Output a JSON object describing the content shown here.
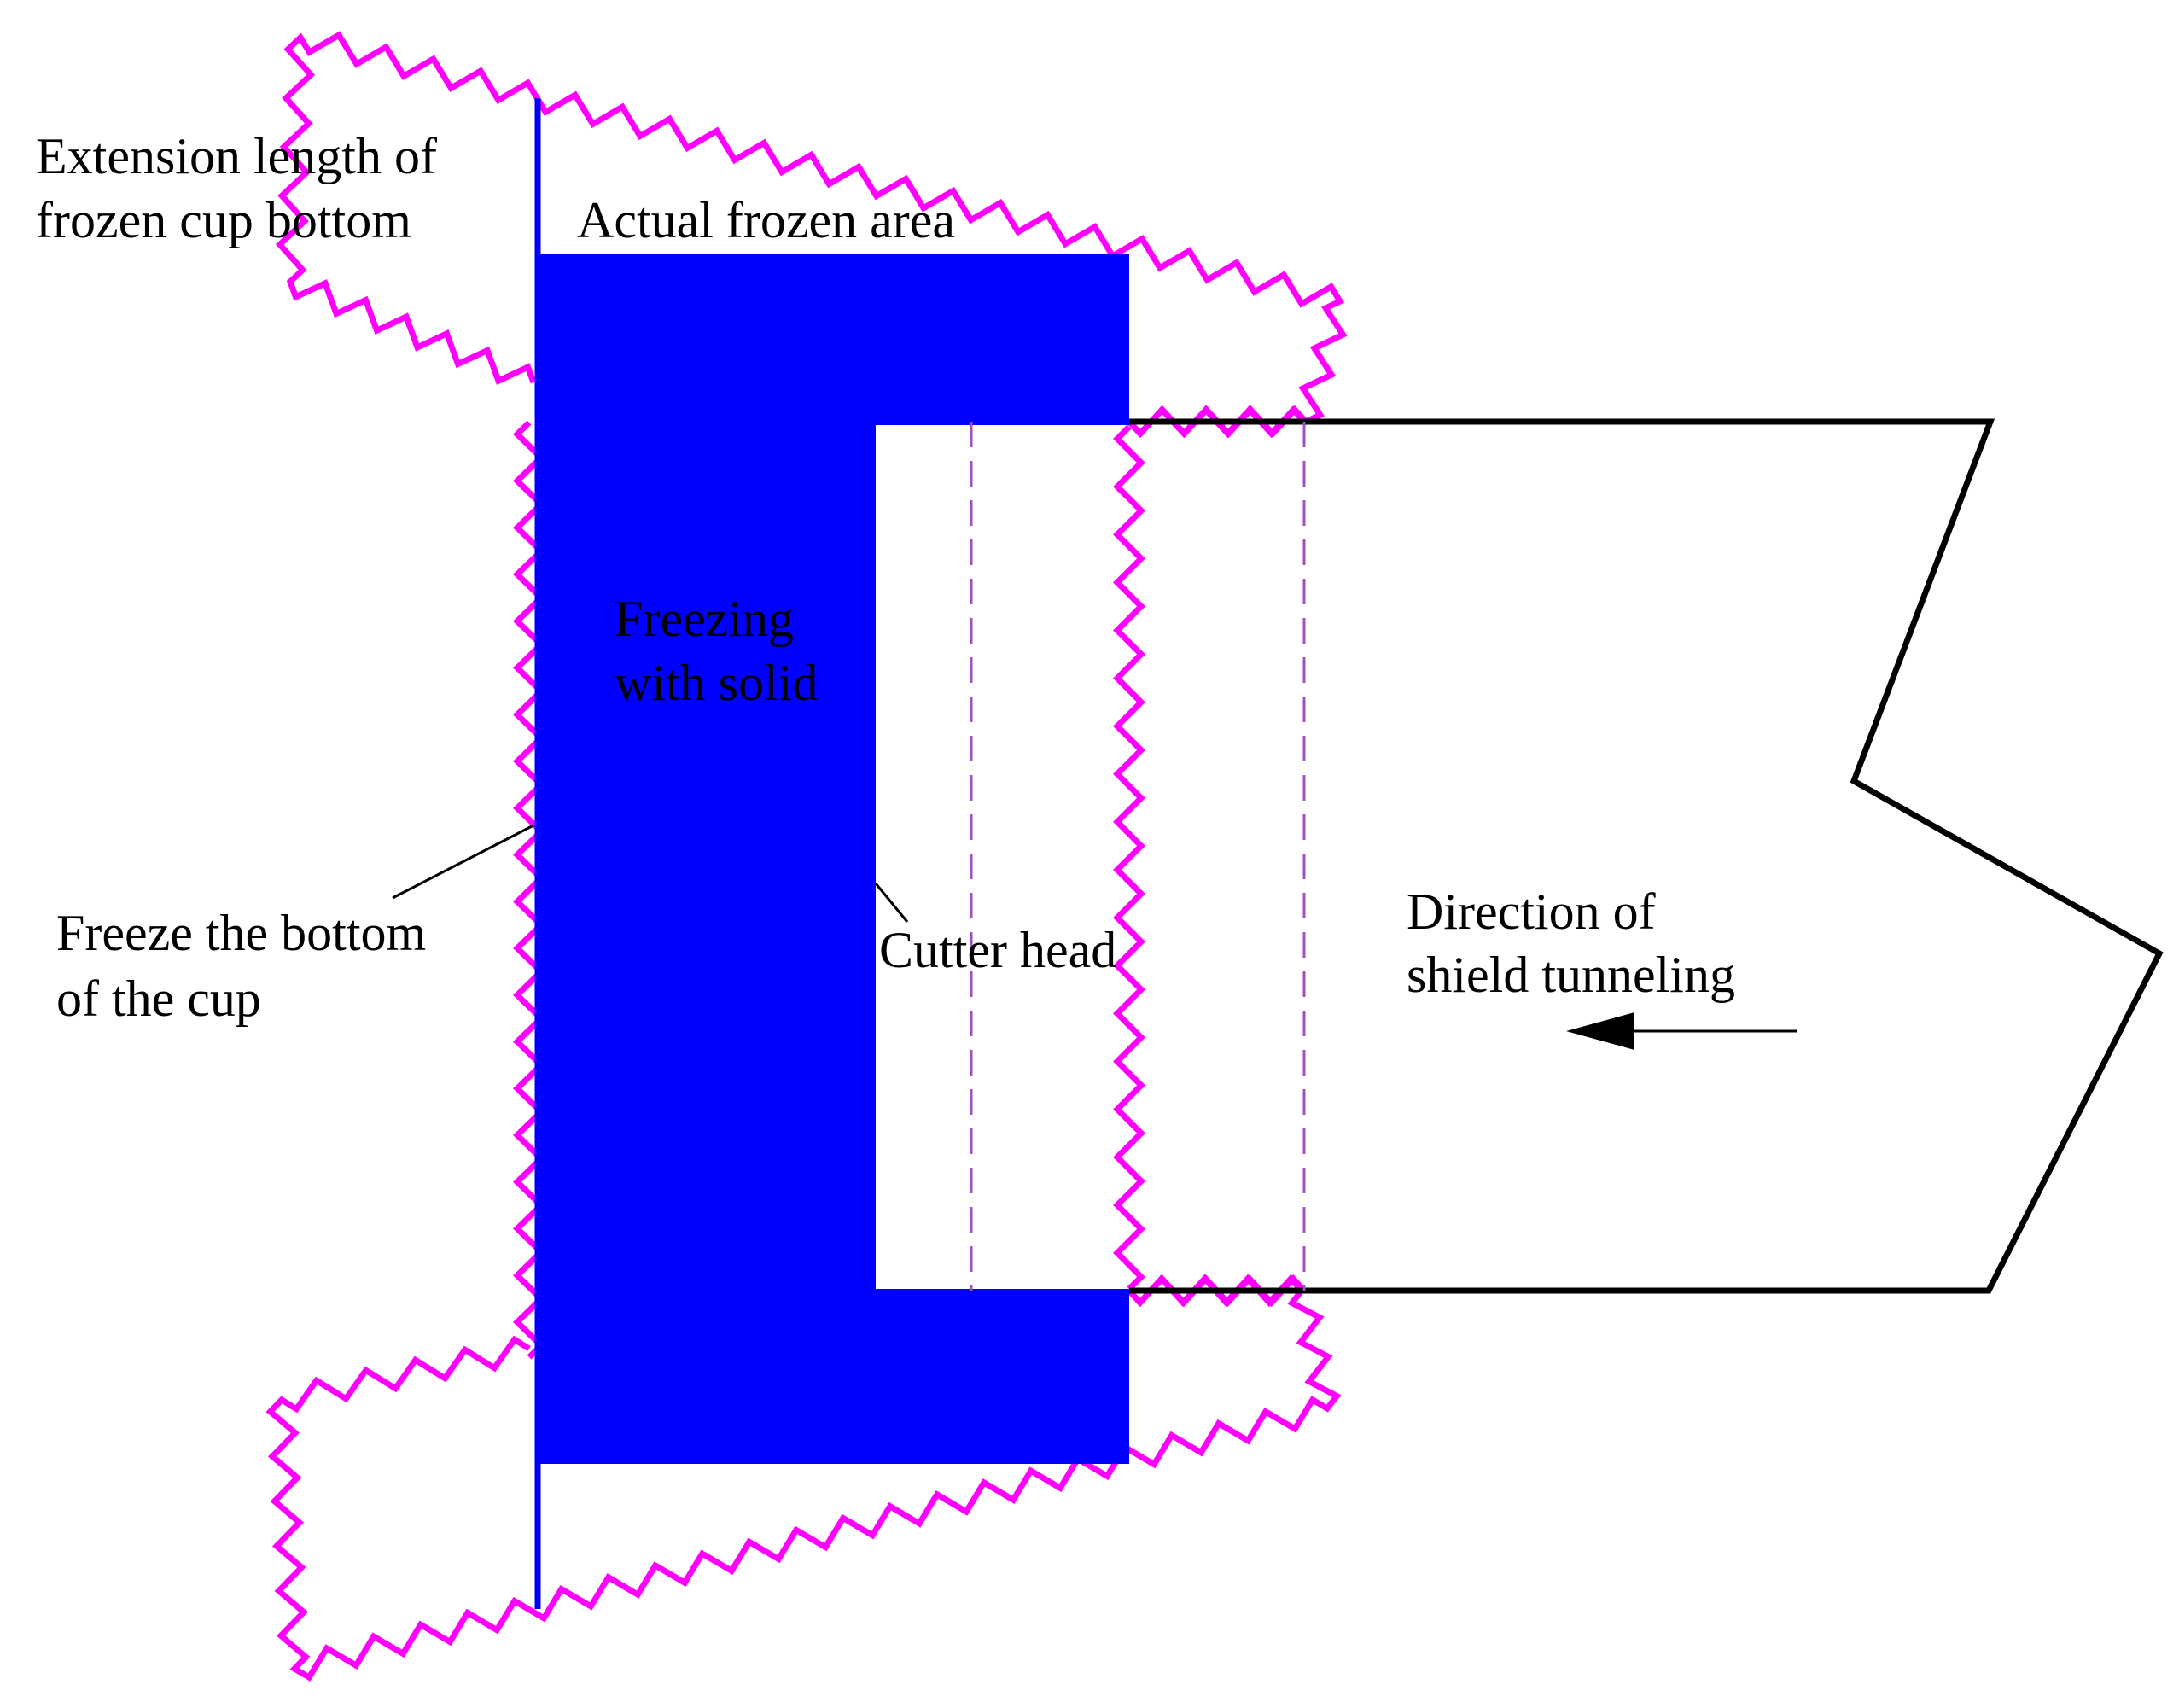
{
  "colors": {
    "frozen_fill": "#0000ff",
    "frozen_boundary": "#ff00ff",
    "shield_outline": "#000000",
    "leader_line": "#000000"
  },
  "labels": {
    "extension_length": [
      "Extension length of",
      "frozen cup bottom"
    ],
    "actual_frozen_area": "Actual frozen area",
    "freezing_with_solid": [
      "Freezing",
      "with solid"
    ],
    "freeze_bottom": [
      "Freeze the bottom",
      "of the cup"
    ],
    "cutter_head": "Cutter head",
    "direction": [
      "Direction of",
      "shield tunneling"
    ]
  },
  "icons": {
    "direction_arrow": "arrow-left-icon"
  }
}
